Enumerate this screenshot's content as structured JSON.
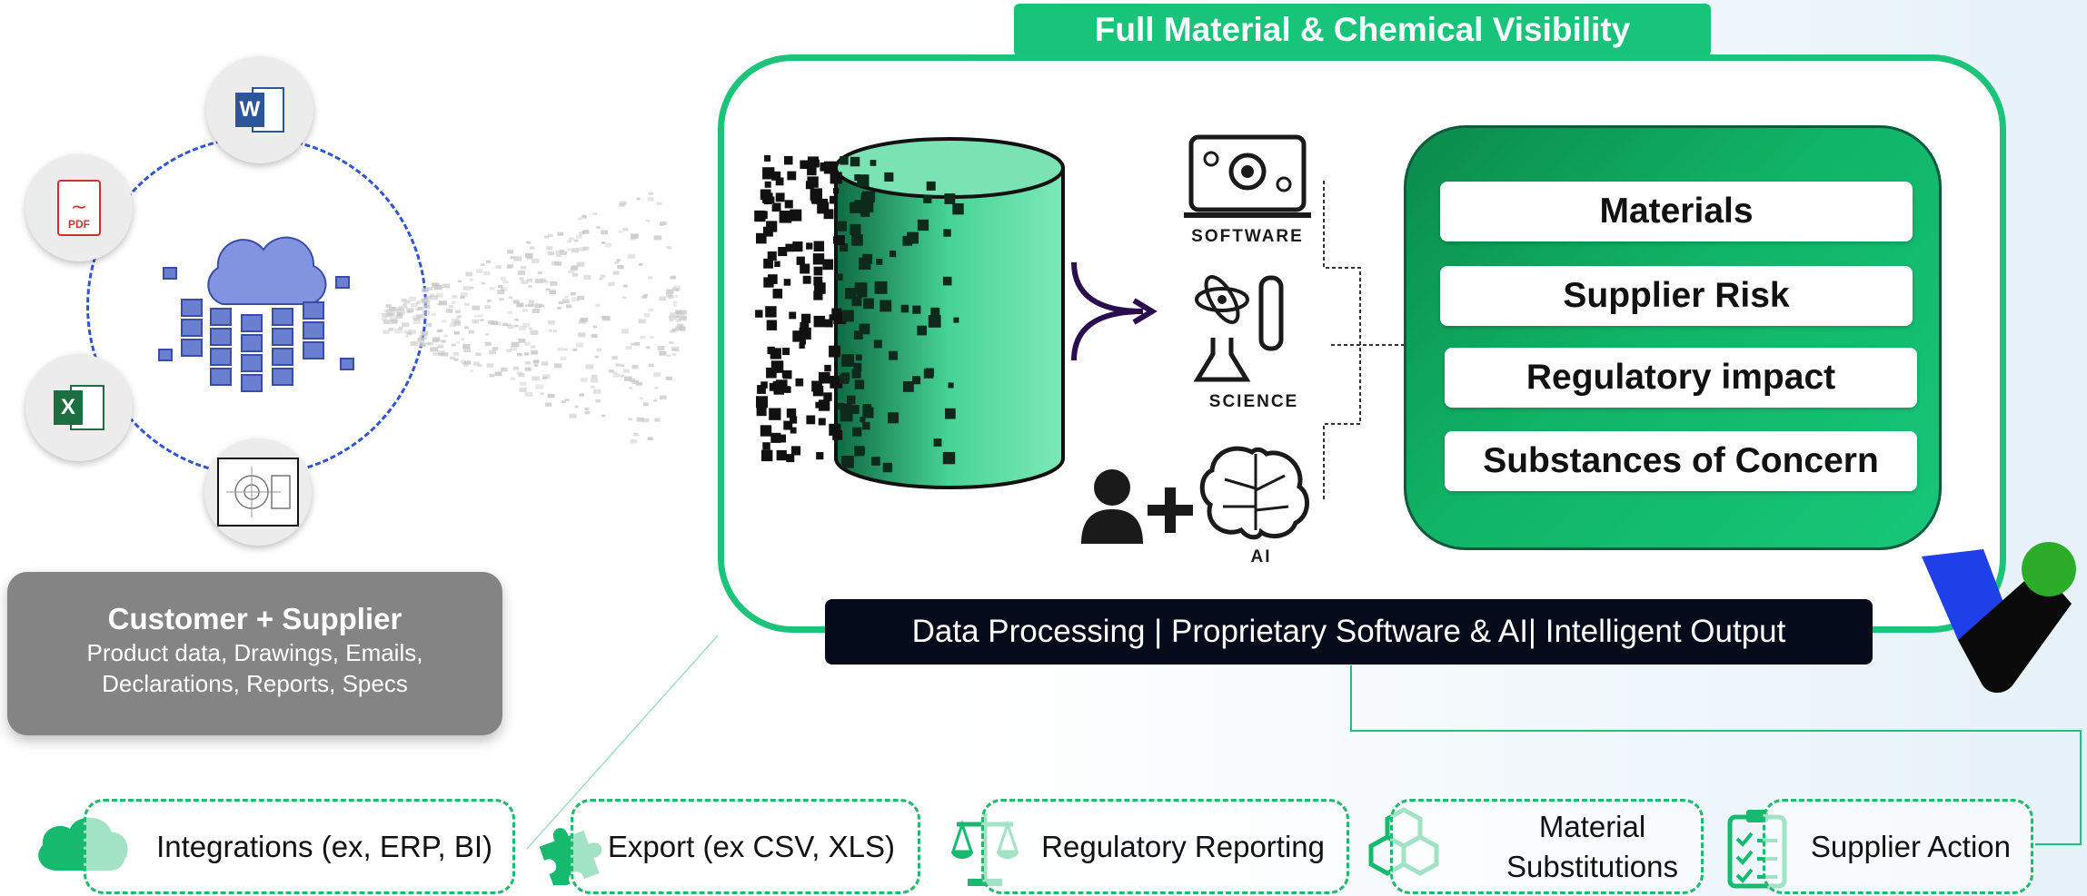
{
  "header": {
    "title": "Full Material & Chemical Visibility"
  },
  "source": {
    "title": "Customer + Supplier",
    "desc_line1": "Product data, Drawings, Emails,",
    "desc_line2": "Declarations, Reports, Specs",
    "pdf_label": "PDF",
    "word_letter": "W",
    "excel_letter": "X"
  },
  "capabilities": {
    "software": "SOFTWARE",
    "science": "SCIENCE",
    "ai": "AI"
  },
  "outputs": [
    "Materials",
    "Supplier Risk",
    "Regulatory impact",
    "Substances of Concern"
  ],
  "processing_bar": "Data Processing | Proprietary Software & AI| Intelligent Output",
  "actions": {
    "integrations": "Integrations (ex, ERP, BI)",
    "export": "Export (ex CSV, XLS)",
    "regulatory": "Regulatory Reporting",
    "substitutions_line1": "Material",
    "substitutions_line2": "Substitutions",
    "supplier": "Supplier Action"
  },
  "colors": {
    "brand_green": "#17c479",
    "dark_green": "#0b8a4a",
    "navy": "#050b1a",
    "circle_blue": "#2f55d4",
    "gray_box": "#848484"
  }
}
